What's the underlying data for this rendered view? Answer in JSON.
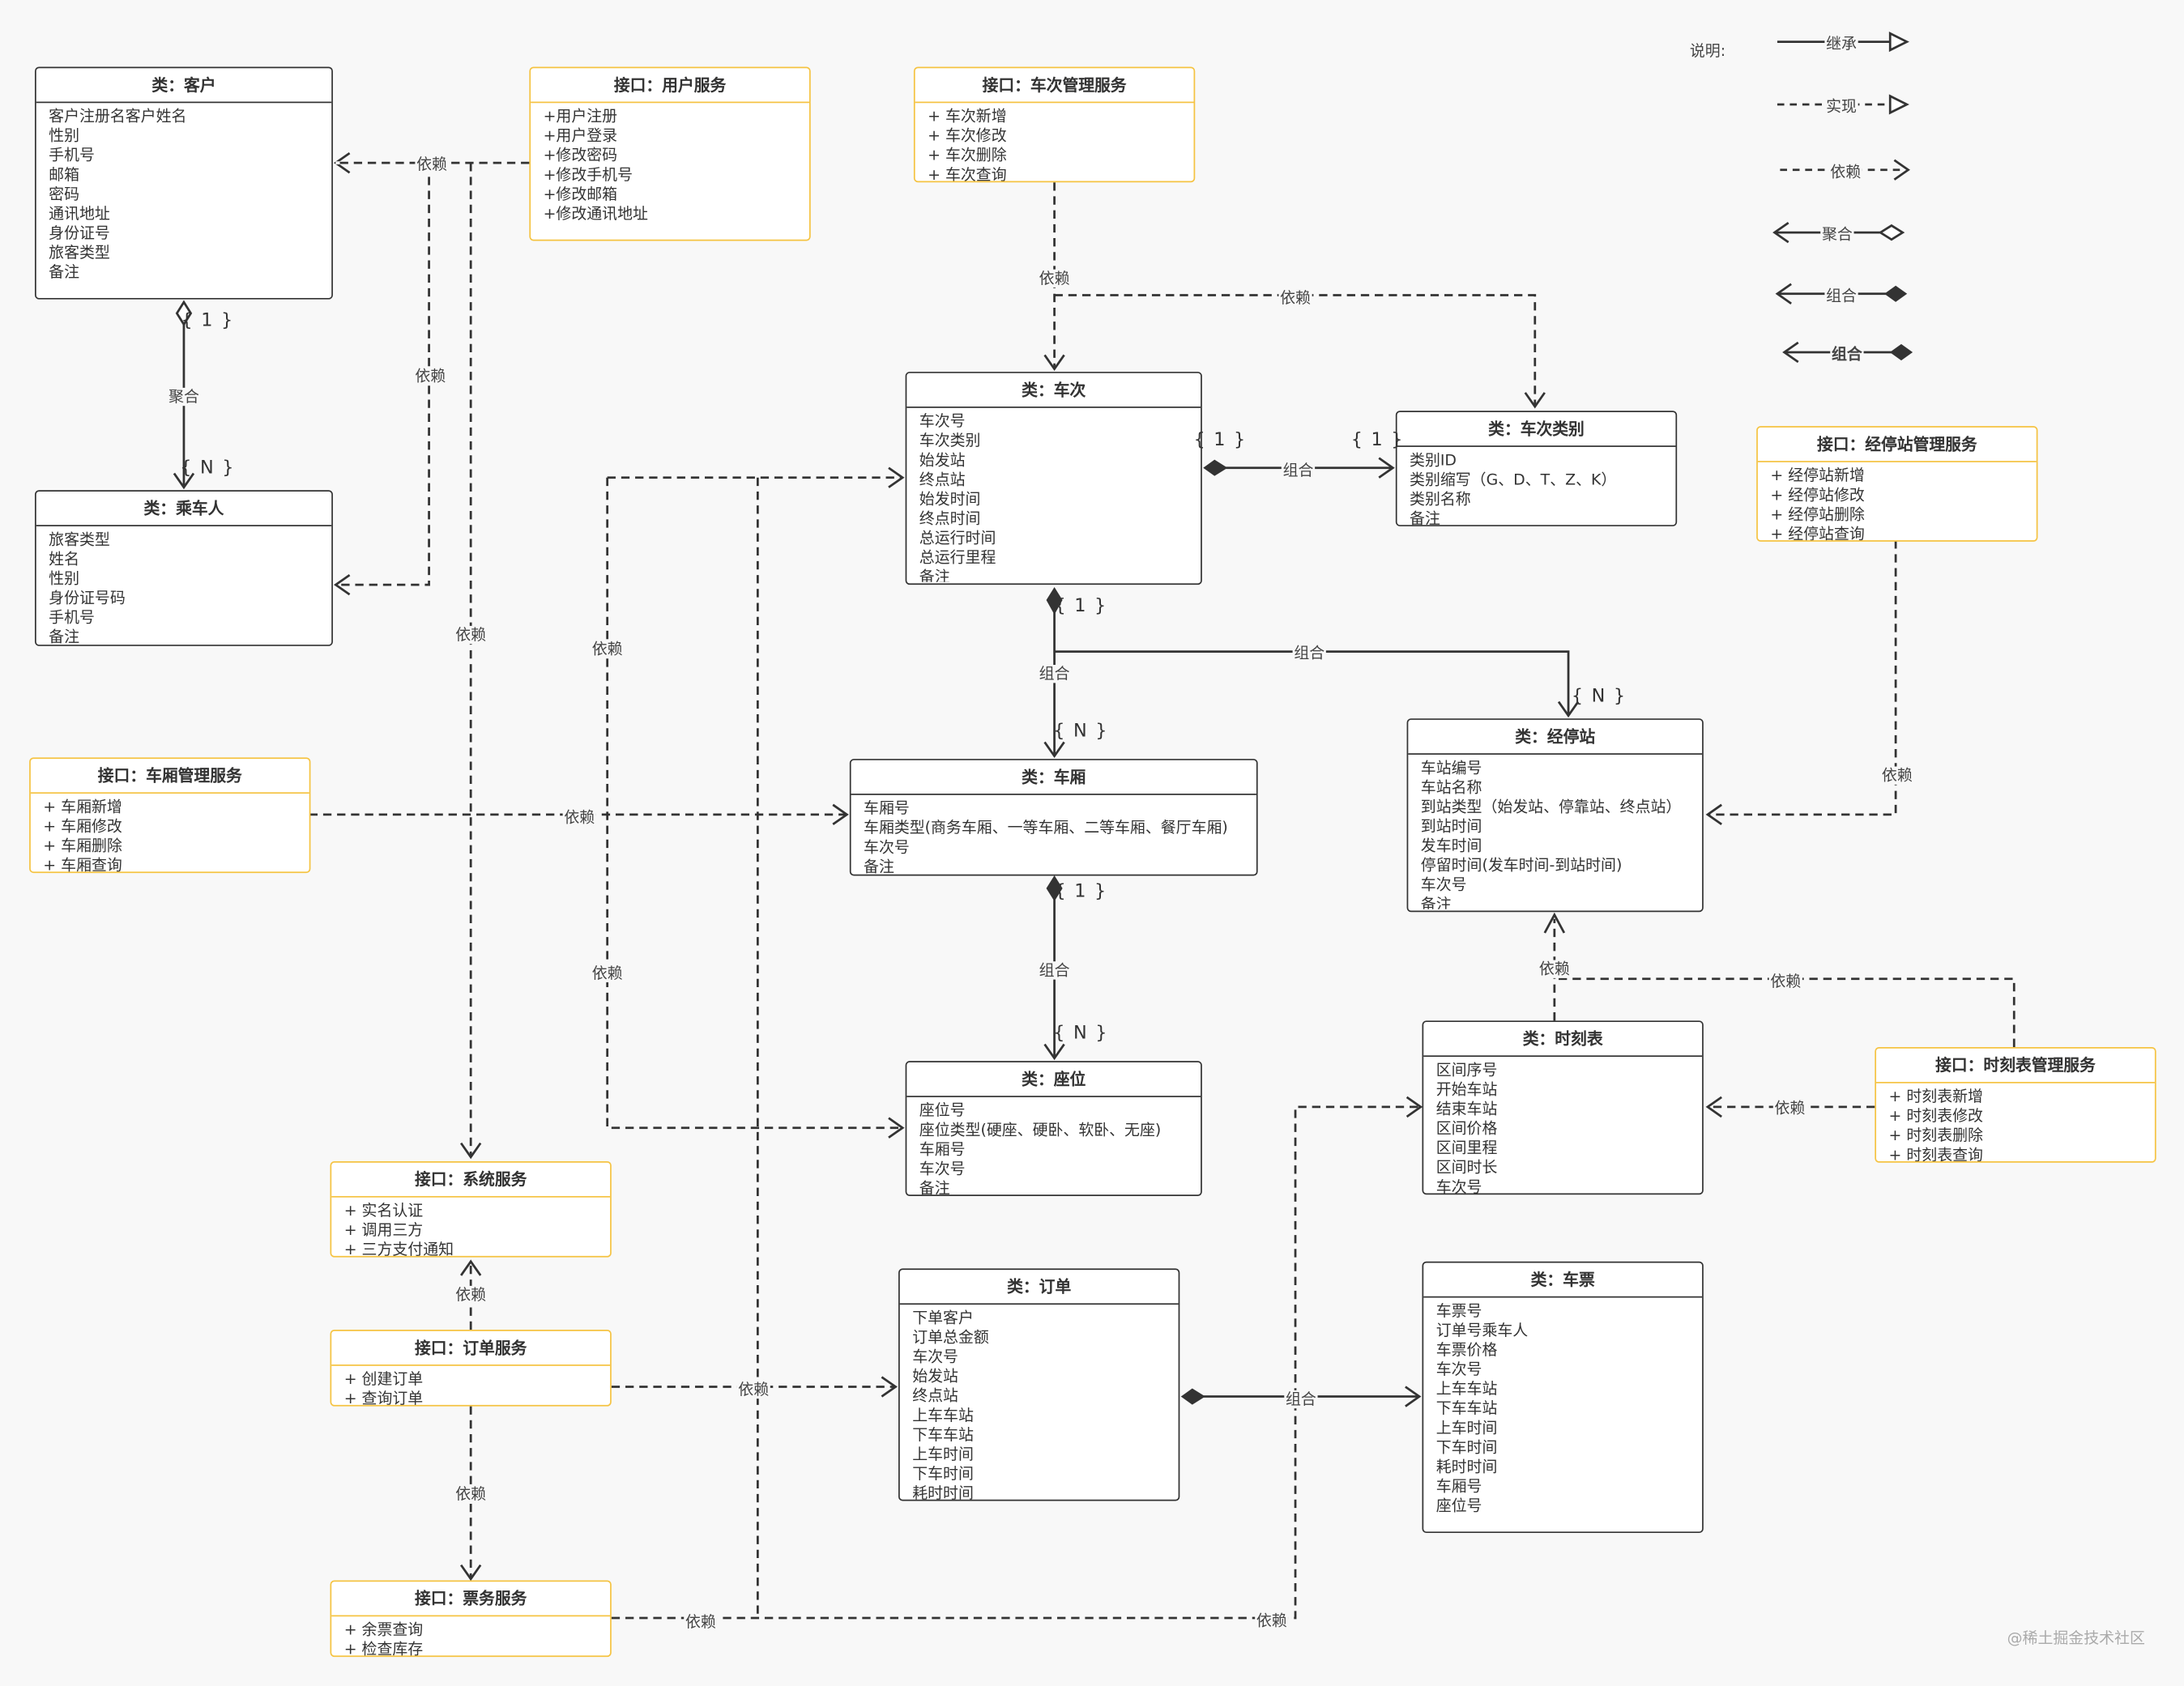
{
  "legend": {
    "title": "说明:",
    "items": [
      "继承",
      "实现",
      "依赖",
      "聚合",
      "组合",
      "组合"
    ]
  },
  "classes": {
    "customer": {
      "title": "类：客户",
      "attrs": [
        "客户注册名客户姓名",
        "性别",
        "手机号",
        "邮箱",
        "密码",
        "通讯地址",
        "身份证号",
        "旅客类型",
        "备注"
      ]
    },
    "passenger": {
      "title": "类：乘车人",
      "attrs": [
        "旅客类型",
        "姓名",
        "性别",
        "身份证号码",
        "手机号",
        "备注"
      ]
    },
    "train": {
      "title": "类：车次",
      "attrs": [
        "车次号",
        "车次类别",
        "始发站",
        "终点站",
        "始发时间",
        "终点时间",
        "总运行时间",
        "总运行里程",
        "备注"
      ]
    },
    "train_type": {
      "title": "类：车次类别",
      "attrs": [
        "类别ID",
        "类别缩写（G、D、T、Z、K）",
        "类别名称",
        "备注"
      ]
    },
    "carriage": {
      "title": "类：车厢",
      "attrs": [
        "车厢号",
        "车厢类型(商务车厢、一等车厢、二等车厢、餐厅车厢)",
        "车次号",
        "备注"
      ]
    },
    "seat": {
      "title": "类：座位",
      "attrs": [
        "座位号",
        "座位类型(硬座、硬卧、软卧、无座)",
        "车厢号",
        "车次号",
        "备注"
      ]
    },
    "station": {
      "title": "类：经停站",
      "attrs": [
        "车站编号",
        "车站名称",
        "到站类型（始发站、停靠站、终点站）",
        "到站时间",
        "发车时间",
        "停留时间(发车时间-到站时间)",
        "车次号",
        "备注"
      ]
    },
    "timetable": {
      "title": "类：时刻表",
      "attrs": [
        "区间序号",
        "开始车站",
        "结束车站",
        "区间价格",
        "区间里程",
        "区间时长",
        "车次号"
      ]
    },
    "order": {
      "title": "类：订单",
      "attrs": [
        "下单客户",
        "订单总金额",
        "车次号",
        "始发站",
        "终点站",
        "上车车站",
        "下车车站",
        "上车时间",
        "下车时间",
        "耗时时间"
      ]
    },
    "ticket": {
      "title": "类：车票",
      "attrs": [
        "车票号",
        "订单号乘车人",
        "车票价格",
        "车次号",
        "上车车站",
        "下车车站",
        "上车时间",
        "下车时间",
        "耗时时间",
        "车厢号",
        "座位号"
      ]
    }
  },
  "interfaces": {
    "user_service": {
      "title": "接口：用户服务",
      "attrs": [
        "+用户注册",
        "+用户登录",
        "+修改密码",
        "+修改手机号",
        "+修改邮箱",
        "+修改通讯地址"
      ]
    },
    "train_mgmt": {
      "title": "接口：车次管理服务",
      "attrs": [
        "+ 车次新增",
        "+ 车次修改",
        "+ 车次删除",
        "+ 车次查询"
      ]
    },
    "station_mgmt": {
      "title": "接口：经停站管理服务",
      "attrs": [
        "+ 经停站新增",
        "+ 经停站修改",
        "+ 经停站删除",
        "+ 经停站查询"
      ]
    },
    "carriage_mgmt": {
      "title": "接口：车厢管理服务",
      "attrs": [
        "+ 车厢新增",
        "+ 车厢修改",
        "+ 车厢删除",
        "+ 车厢查询"
      ]
    },
    "timetable_mgmt": {
      "title": "接口：时刻表管理服务",
      "attrs": [
        "+ 时刻表新增",
        "+ 时刻表修改",
        "+ 时刻表删除",
        "+ 时刻表查询"
      ]
    },
    "system_service": {
      "title": "接口：系统服务",
      "attrs": [
        "+ 实名认证",
        "+ 调用三方",
        "+ 三方支付通知"
      ]
    },
    "order_service": {
      "title": "接口：订单服务",
      "attrs": [
        "+ 创建订单",
        "+ 查询订单"
      ]
    },
    "ticket_service": {
      "title": "接口：票务服务",
      "attrs": [
        "+ 余票查询",
        "+  检查库存"
      ]
    }
  },
  "relations": {
    "dependency": "依赖",
    "aggregation": "聚合",
    "composition": "组合",
    "mult_one": "{ 1 }",
    "mult_n": "{ N }"
  },
  "watermark": "@稀土掘金技术社区"
}
